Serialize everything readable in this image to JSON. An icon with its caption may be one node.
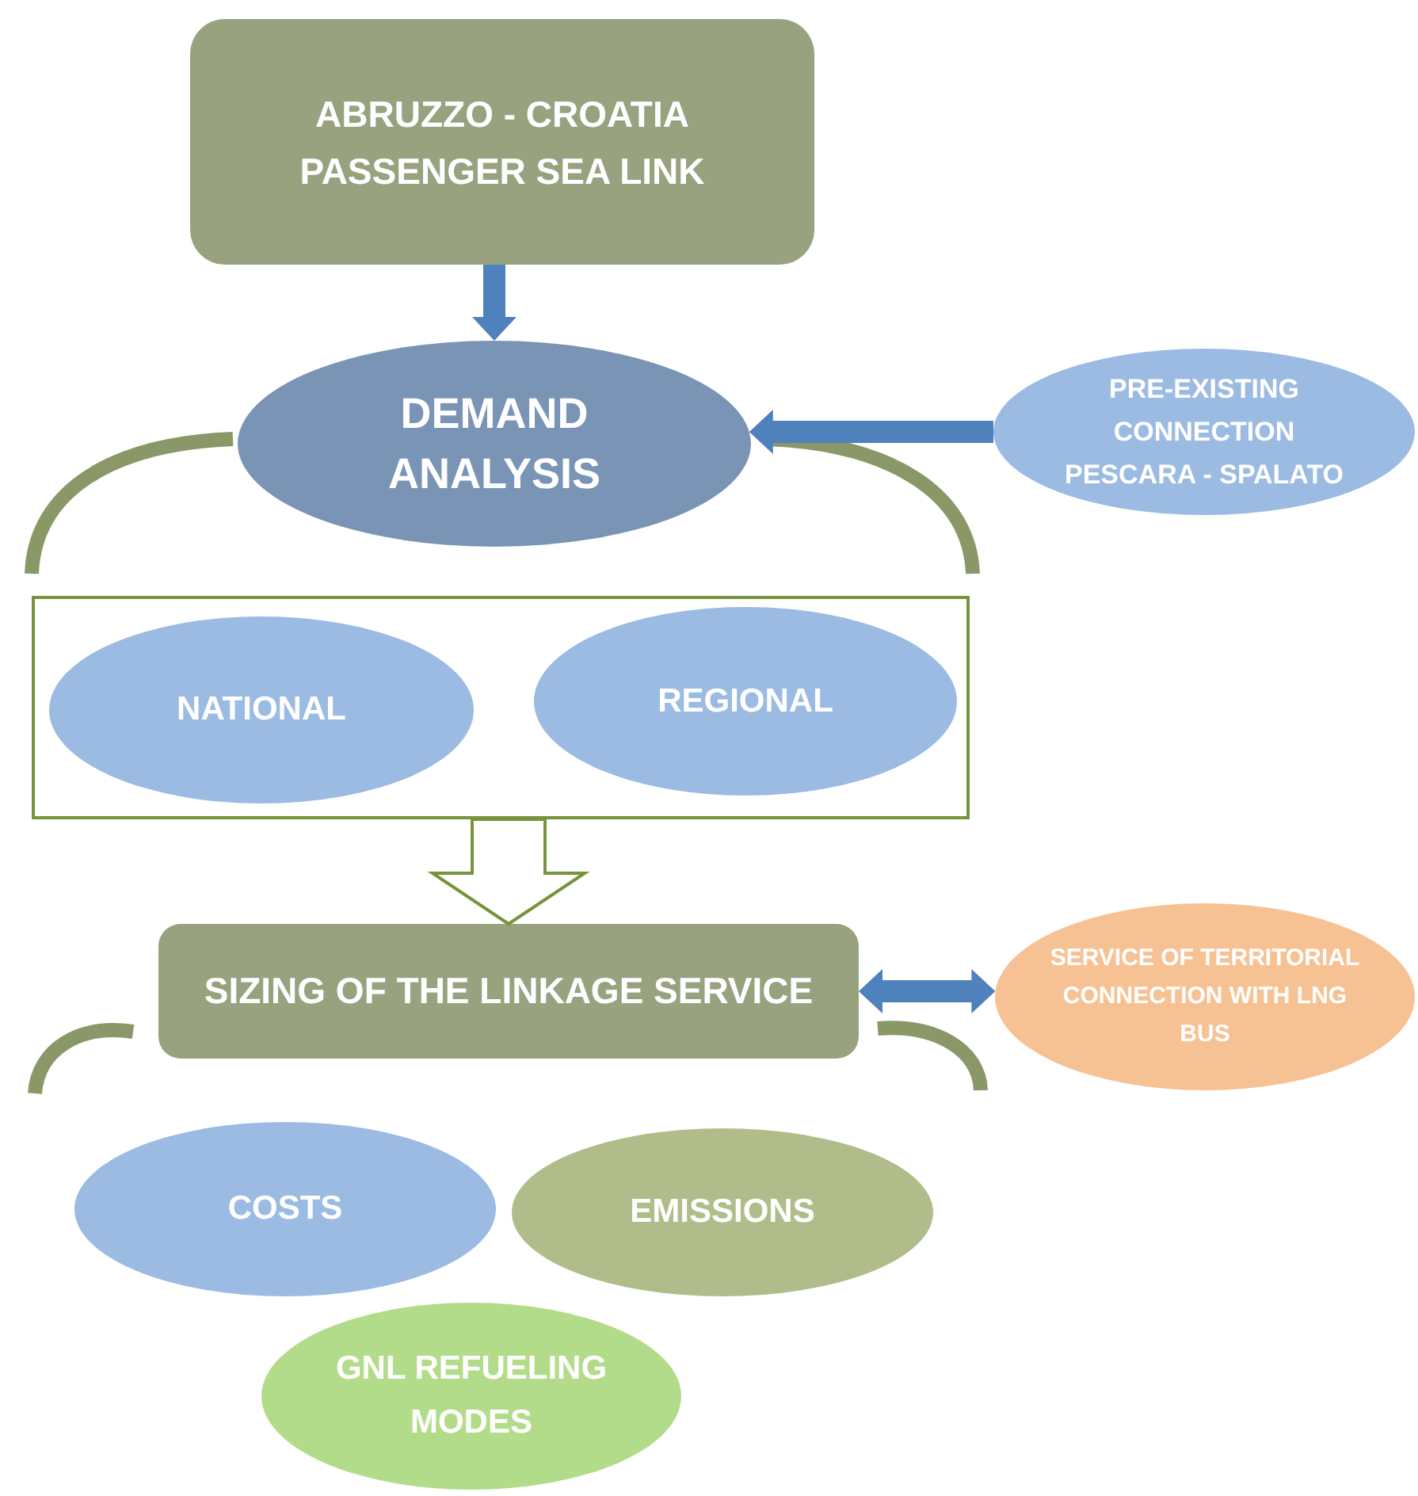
{
  "diagram": {
    "nodes": [
      {
        "text": [
          "ABRUZZO - CROATIA PASSENGER SEA LINK"
        ]
      },
      {
        "text": [
          "DEMAND ANALYSIS"
        ]
      },
      {
        "text": [
          "PRE-EXISTING CONNECTION PESCARA - SPALATO"
        ]
      },
      {
        "text": [],
        "shape": "box"
      },
      {
        "text": [
          "NATIONAL"
        ],
        "in": 3
      },
      {
        "text": [
          "REGIONAL"
        ],
        "in": 3
      },
      {
        "text": [
          "SIZING OF THE LINKAGE SERVICE"
        ]
      },
      {
        "text": [
          "SERVICE OF TERRITORIAL CONNECTION WITH LNG BUS"
        ]
      },
      {
        "text": [
          "COSTS"
        ]
      },
      {
        "text": [
          "EMISSIONS"
        ]
      },
      {
        "text": [
          "GNL REFUELING MODES"
        ]
      }
    ],
    "edges": [
      {
        "from": 0,
        "to": 1,
        "arrow": "to",
        "style": "thick"
      },
      {
        "from": 2,
        "to": 1,
        "arrow": "to",
        "style": "thick"
      },
      {
        "from": 3,
        "to": 6,
        "arrow": "to",
        "color": "#77933c"
      },
      {
        "from": 6,
        "to": 7,
        "arrow": "both",
        "style": "thick"
      }
    ]
  }
}
